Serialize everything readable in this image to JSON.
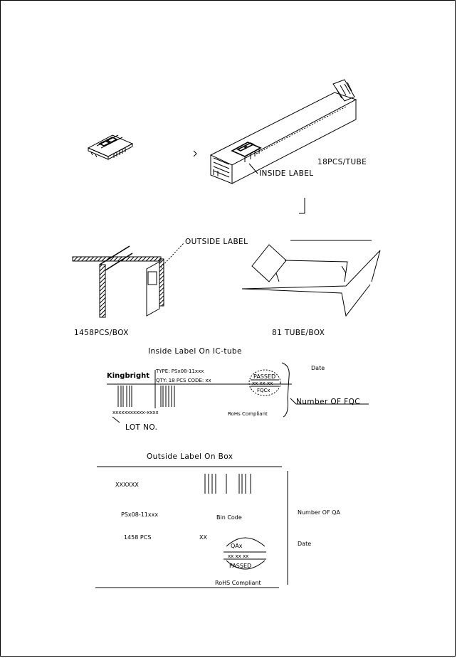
{
  "packaging": {
    "tube_qty": "18PCS/TUBE",
    "inside_label_callout": "INSIDE   LABEL",
    "outside_label_callout": "OUTSIDE LABEL",
    "box_qty": "1458PCS/BOX",
    "tubes_per_box": "81 TUBE/BOX"
  },
  "inside_label": {
    "title": "Inside Label On IC-tube",
    "brand": "Kingbright",
    "type_line": "TYPE: PSx08-11xxx",
    "qty_line": "QTY: 18 PCS   CODE: xx",
    "stamp_top": "PASSED",
    "stamp_mid": "xx  xx  xx",
    "stamp_bottom": "FQCx",
    "barcode_text": "xxxxxxxxxxx-xxxx",
    "date_label": "Date",
    "fqc_label": "Number OF FQC",
    "rohs": "RoHs Compliant",
    "lot_label": "LOT NO."
  },
  "outside_label": {
    "title": "Outside Label On Box",
    "code": "XXXXXX",
    "part": "PSx08-11xxx",
    "bin_code": "Bin Code",
    "qty": "1458 PCS",
    "bin_value": "XX",
    "qa_label": "Number OF QA",
    "date_label": "Date",
    "stamp_top": "QAx",
    "stamp_mid": "xx   xx   xx",
    "stamp_bottom": "PASSED",
    "rohs": "RoHS Compliant"
  }
}
